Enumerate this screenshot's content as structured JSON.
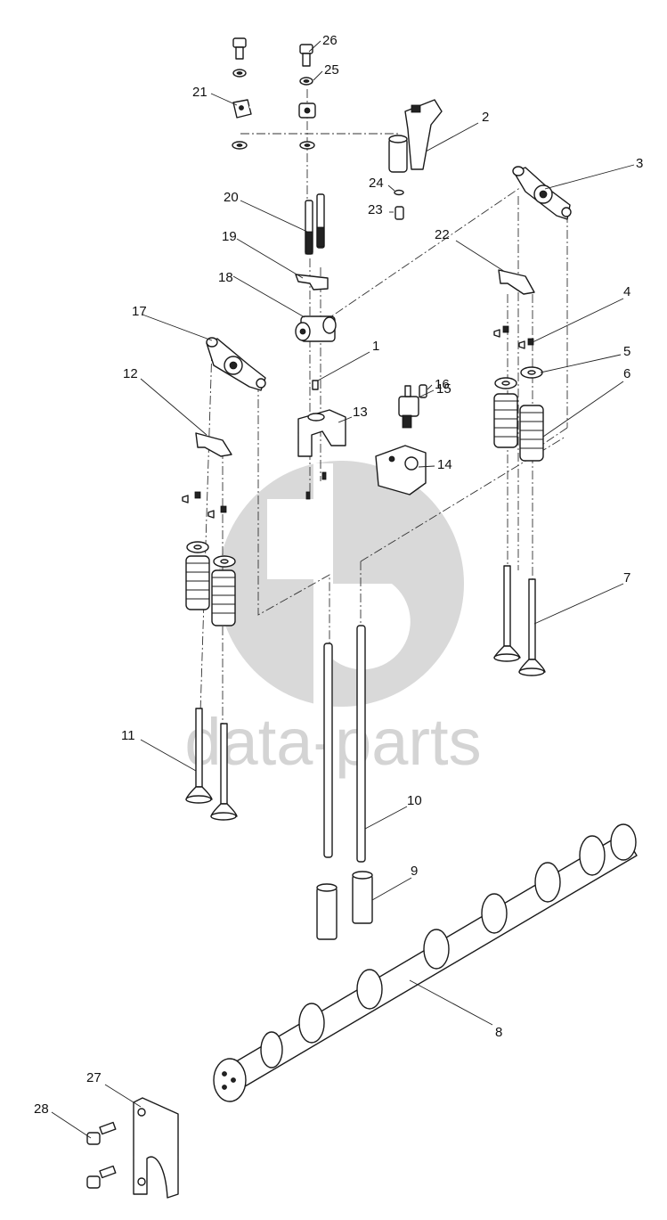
{
  "watermark": {
    "text": "data-parts",
    "color": "#d4d4d4"
  },
  "callouts": {
    "c1": "1",
    "c2": "2",
    "c3": "3",
    "c4": "4",
    "c5": "5",
    "c6": "6",
    "c7": "7",
    "c8": "8",
    "c9": "9",
    "c10": "10",
    "c11": "11",
    "c12": "12",
    "c13": "13",
    "c14": "14",
    "c15": "15",
    "c16": "16",
    "c17": "17",
    "c18": "18",
    "c19": "19",
    "c20": "20",
    "c21": "21",
    "c22": "22",
    "c23": "23",
    "c24": "24",
    "c25": "25",
    "c26": "26",
    "c27": "27",
    "c28": "28"
  }
}
